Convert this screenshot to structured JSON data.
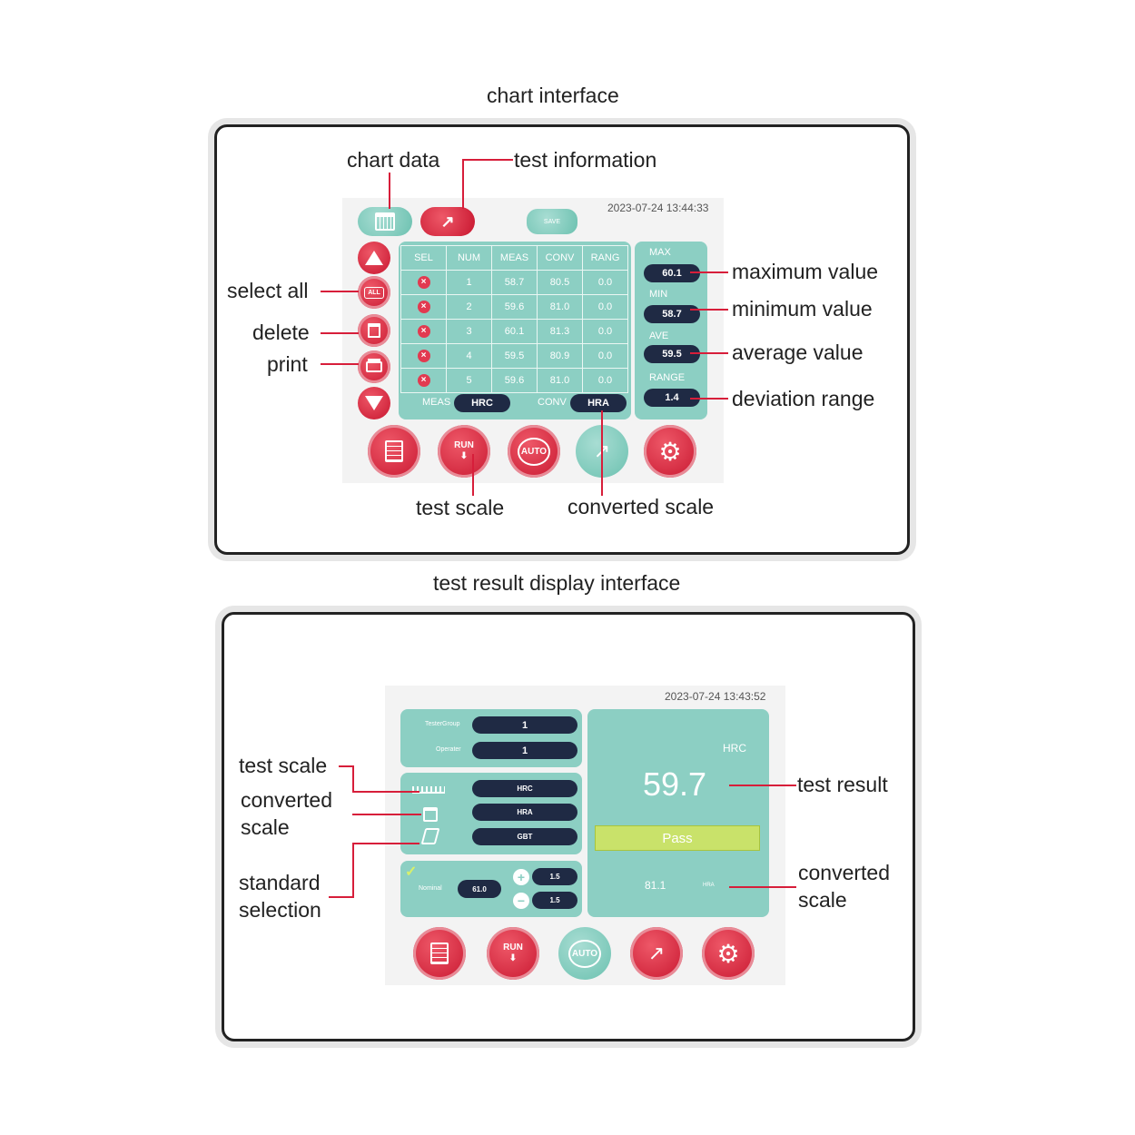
{
  "chart_interface": {
    "heading": "chart interface",
    "timestamp": "2023-07-24 13:44:33",
    "save_label": "SAVE",
    "columns": [
      "SEL",
      "NUM",
      "MEAS",
      "CONV",
      "RANG"
    ],
    "rows": [
      {
        "num": "1",
        "meas": "58.7",
        "conv": "80.5",
        "rang": "0.0"
      },
      {
        "num": "2",
        "meas": "59.6",
        "conv": "81.0",
        "rang": "0.0"
      },
      {
        "num": "3",
        "meas": "60.1",
        "conv": "81.3",
        "rang": "0.0"
      },
      {
        "num": "4",
        "meas": "59.5",
        "conv": "80.9",
        "rang": "0.0"
      },
      {
        "num": "5",
        "meas": "59.6",
        "conv": "81.0",
        "rang": "0.0"
      }
    ],
    "meas_label": "MEAS",
    "meas_value": "HRC",
    "conv_label": "CONV",
    "conv_value": "HRA",
    "stats": {
      "max_label": "MAX",
      "max_value": "60.1",
      "min_label": "MIN",
      "min_value": "58.7",
      "ave_label": "AVE",
      "ave_value": "59.5",
      "range_label": "RANGE",
      "range_value": "1.4"
    },
    "select_all_glyph": "ALL",
    "run_label": "RUN",
    "auto_label": "AUTO",
    "annotations": {
      "chart_data": "chart data",
      "test_information": "test information",
      "select_all": "select all",
      "delete": "delete",
      "print": "print",
      "maximum_value": "maximum value",
      "minimum_value": "minimum value",
      "average_value": "average value",
      "deviation_range": "deviation range",
      "test_scale": "test scale",
      "converted_scale": "converted scale"
    }
  },
  "result_interface": {
    "heading": "test result display interface",
    "timestamp": "2023-07-24 13:43:52",
    "tester_group_label": "TesterGroup",
    "tester_group_value": "1",
    "operator_label": "Operater",
    "operator_value": "1",
    "scale_values": [
      "HRC",
      "HRA",
      "GBT"
    ],
    "nominal_label": "Nominal",
    "nominal_value": "61.0",
    "tol_plus": "1.5",
    "tol_minus": "1.5",
    "result_scale": "HRC",
    "result_value": "59.7",
    "pass_label": "Pass",
    "converted_value": "81.1",
    "converted_unit": "HRA",
    "run_label": "RUN",
    "auto_label": "AUTO",
    "annotations": {
      "test_scale": "test scale",
      "converted_scale_1": "converted",
      "converted_scale_2": "scale",
      "standard_selection_1": "standard",
      "standard_selection_2": "selection",
      "test_result": "test result",
      "converted_scale_r1": "converted",
      "converted_scale_r2": "scale"
    }
  },
  "colors": {
    "accent_red": "#d71e3a",
    "teal": "#8ccfc3",
    "pass_green": "#c9e26a",
    "dark": "#1f2a44"
  }
}
